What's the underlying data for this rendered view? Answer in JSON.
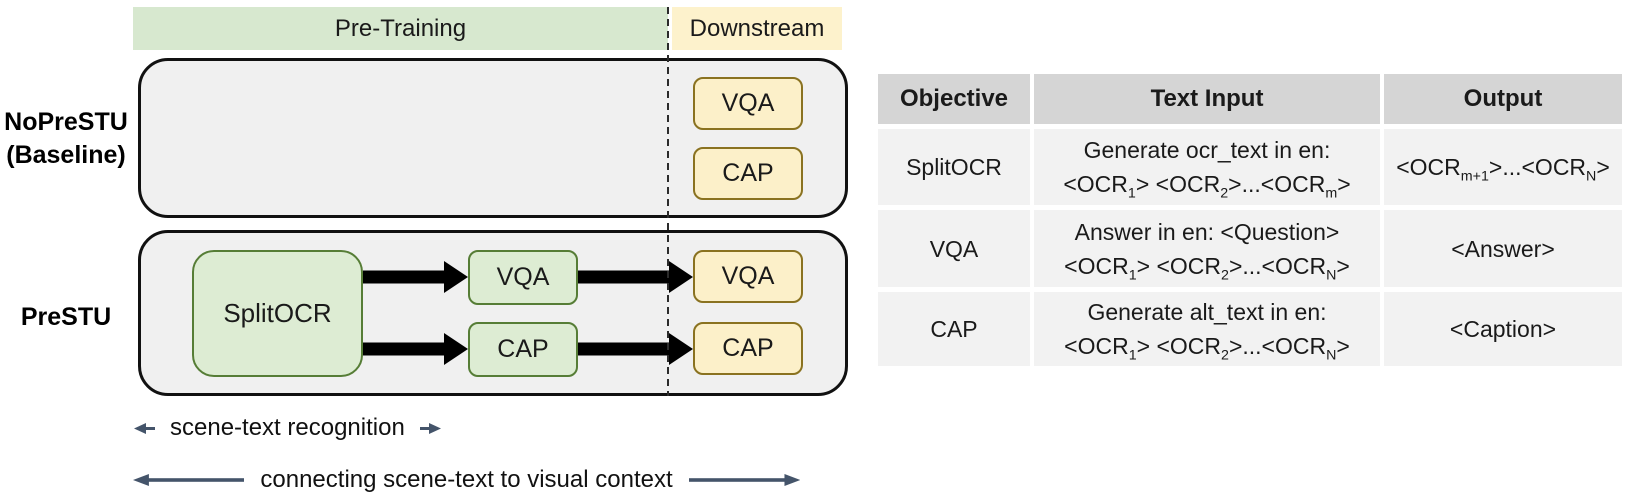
{
  "figure": {
    "phase_headers": {
      "pre_training": "Pre-Training",
      "downstream": "Downstream"
    },
    "baseline_row": {
      "label_line1": "NoPreSTU",
      "label_line2": "(Baseline)",
      "downstream_tasks": [
        "VQA",
        "CAP"
      ]
    },
    "prestu_row": {
      "label": "PreSTU",
      "pretrain_objective": "SplitOCR",
      "finetune_tasks": [
        "VQA",
        "CAP"
      ],
      "downstream_tasks": [
        "VQA",
        "CAP"
      ]
    },
    "annotations": {
      "recognition": "scene-text recognition",
      "connecting": "connecting scene-text to visual context"
    }
  },
  "objective_table": {
    "headers": [
      "Objective",
      "Text Input",
      "Output"
    ],
    "rows": [
      {
        "objective": "SplitOCR",
        "text_input": "Generate ocr_text in en:\n<OCR_[1]> <OCR_[2]>...<OCR_[m]>",
        "output": "<OCR_[m+1]>...<OCR_[N]>"
      },
      {
        "objective": "VQA",
        "text_input": "Answer in en: <Question>\n<OCR_[1]> <OCR_[2]>...<OCR_[N]>",
        "output": "<Answer>"
      },
      {
        "objective": "CAP",
        "text_input": "Generate alt_text in en:\n<OCR_[1]> <OCR_[2]>...<OCR_[N]>",
        "output": "<Caption>"
      }
    ]
  },
  "colors": {
    "pretrain_banner": "#d7e8cf",
    "downstream_banner": "#fdf2cc",
    "green_box_fill": "#ddecd3",
    "green_box_border": "#567d36",
    "yellow_box_fill": "#fcf0c9",
    "yellow_box_border": "#8a7220",
    "container_fill": "#f0f0f0",
    "container_border": "#111111",
    "table_header_bg": "#d5d5d5",
    "table_row_bg": "#f2f2f2",
    "annotation_arrow": "#44546a",
    "black_arrow": "#000000"
  }
}
